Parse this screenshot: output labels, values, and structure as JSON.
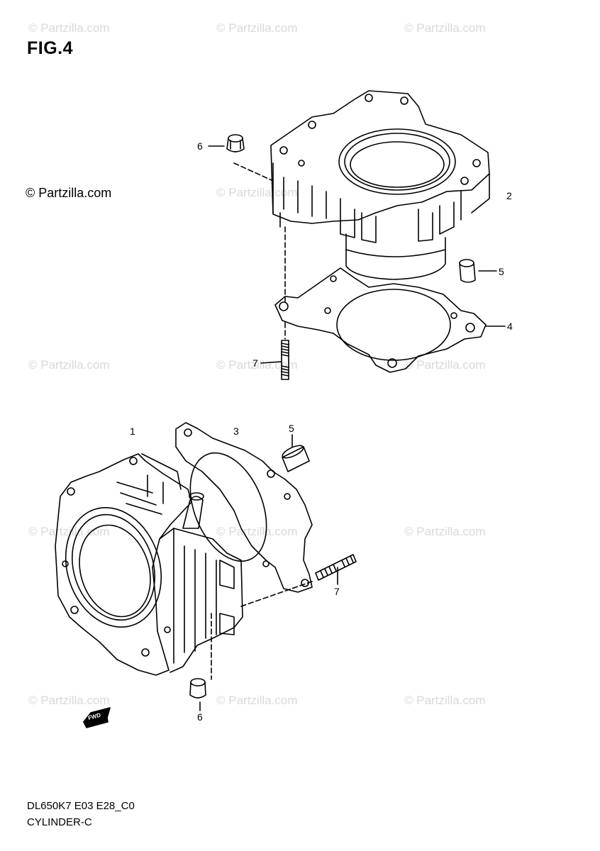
{
  "figure_title": "FIG.4",
  "copyright_text": "© Partzilla.com",
  "watermark_text": "© Partzilla.com",
  "diagram_code": "DL650K7 E03 E28_C0",
  "diagram_name": "CYLINDER-C",
  "front_marker": "FWD",
  "callouts": {
    "upper_6": "6",
    "upper_2": "2",
    "upper_5": "5",
    "upper_4": "4",
    "upper_7": "7",
    "lower_1": "1",
    "lower_3": "3",
    "lower_5": "5",
    "lower_7": "7",
    "lower_6": "6"
  }
}
